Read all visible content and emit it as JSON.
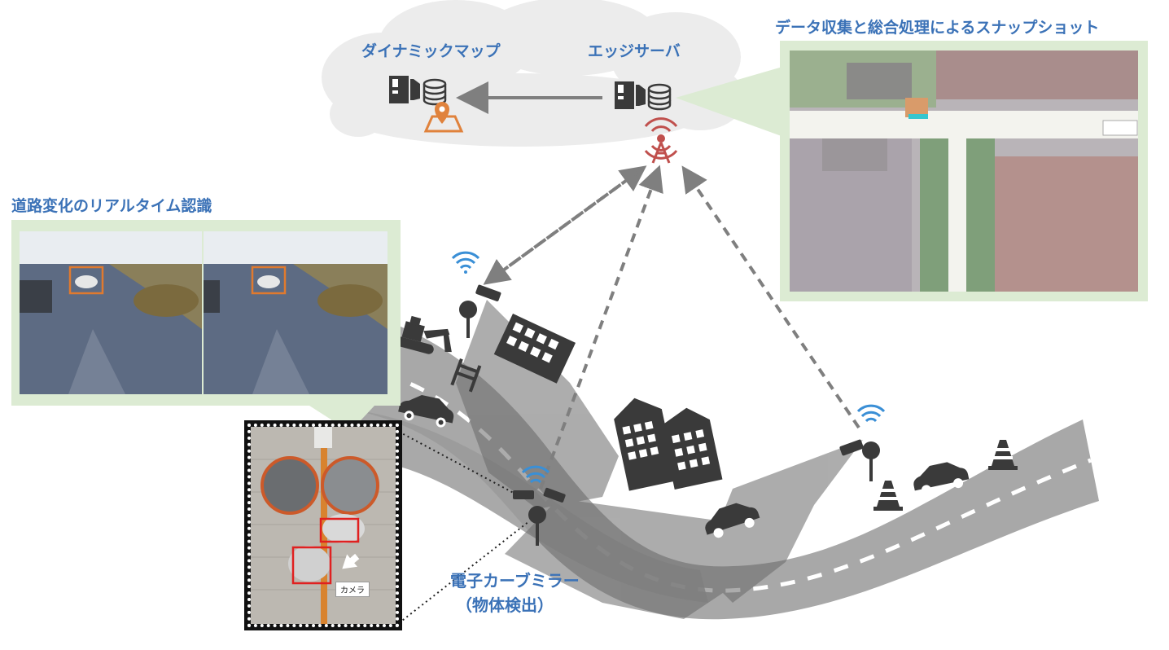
{
  "labels": {
    "dynamic_map": "ダイナミックマップ",
    "edge_server": "エッジサーバ",
    "snapshot_title": "データ収集と総合処理によるスナップショット",
    "realtime_title": "道路変化のリアルタイム認識",
    "mirror_line1": "電子カーブミラー",
    "mirror_line2": "（物体検出）",
    "camera_tag": "カメラ"
  },
  "colors": {
    "title_blue": "#3b72b7",
    "cloud": "#ececec",
    "icon_dark": "#3a3a3a",
    "antenna_red": "#c0504d",
    "map_orange": "#e0823c",
    "wifi_blue": "#3a8fd6",
    "panel_green": "#dcebd3",
    "detection_orange": "#e07a2e",
    "detection_red": "#e02020",
    "road_gray": "#a8a8a8",
    "dashed_arrow": "#7f7f7f"
  },
  "icons": [
    "server-icon",
    "database-icon",
    "map-pin-icon",
    "antenna-icon",
    "wifi-icon",
    "camera-icon",
    "car-icon",
    "building-icon",
    "excavator-icon",
    "barrier-icon",
    "traffic-cone-icon"
  ]
}
